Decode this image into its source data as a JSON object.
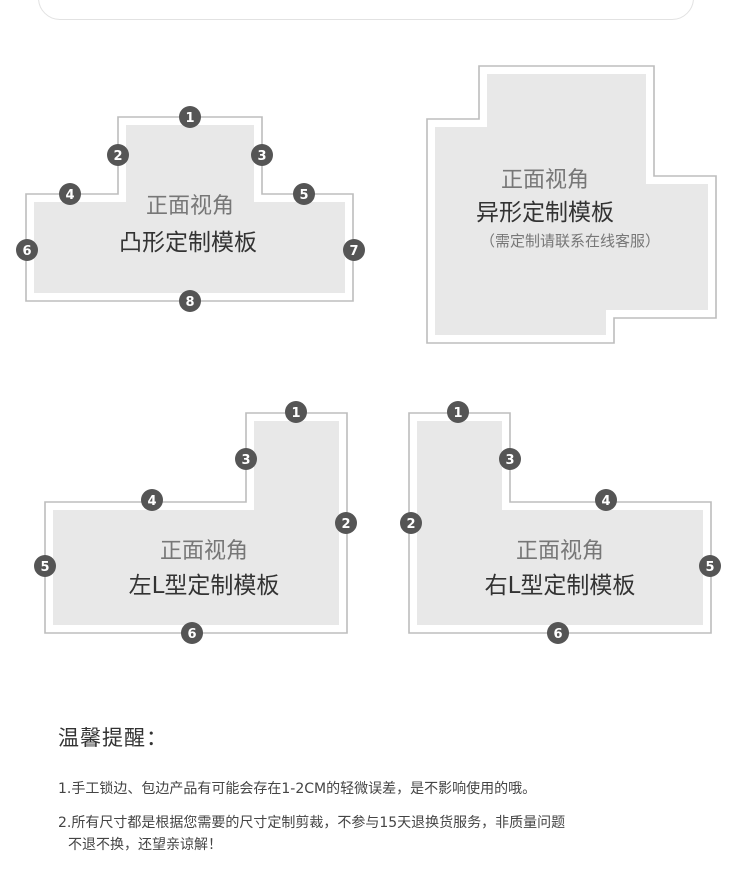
{
  "panels": [
    {
      "id": "convex",
      "view": "正面视角",
      "name": "凸形定制模板",
      "sub": "",
      "markers": [
        "1",
        "2",
        "3",
        "4",
        "5",
        "6",
        "7",
        "8"
      ]
    },
    {
      "id": "irregular",
      "view": "正面视角",
      "name": "异形定制模板",
      "sub": "（需定制请联系在线客服）",
      "markers": []
    },
    {
      "id": "left-l",
      "view": "正面视角",
      "name": "左L型定制模板",
      "sub": "",
      "markers": [
        "1",
        "2",
        "3",
        "4",
        "5",
        "6"
      ]
    },
    {
      "id": "right-l",
      "view": "正面视角",
      "name": "右L型定制模板",
      "sub": "",
      "markers": [
        "1",
        "2",
        "3",
        "4",
        "5",
        "6"
      ]
    }
  ],
  "notes": {
    "title": "温馨提醒：",
    "items": [
      "1.手工锁边、包边产品有可能会存在1-2CM的轻微误差，是不影响使用的哦。",
      "2.所有尺寸都是根据您需要的尺寸定制剪裁，不参与15天退换货服务，非质量问题",
      "不退不换，还望亲谅解！"
    ]
  },
  "colors": {
    "outline": "#bdbdbd",
    "fill": "#e8e8e8",
    "marker": "#555555",
    "view_text": "#777777",
    "name_text": "#333333"
  }
}
